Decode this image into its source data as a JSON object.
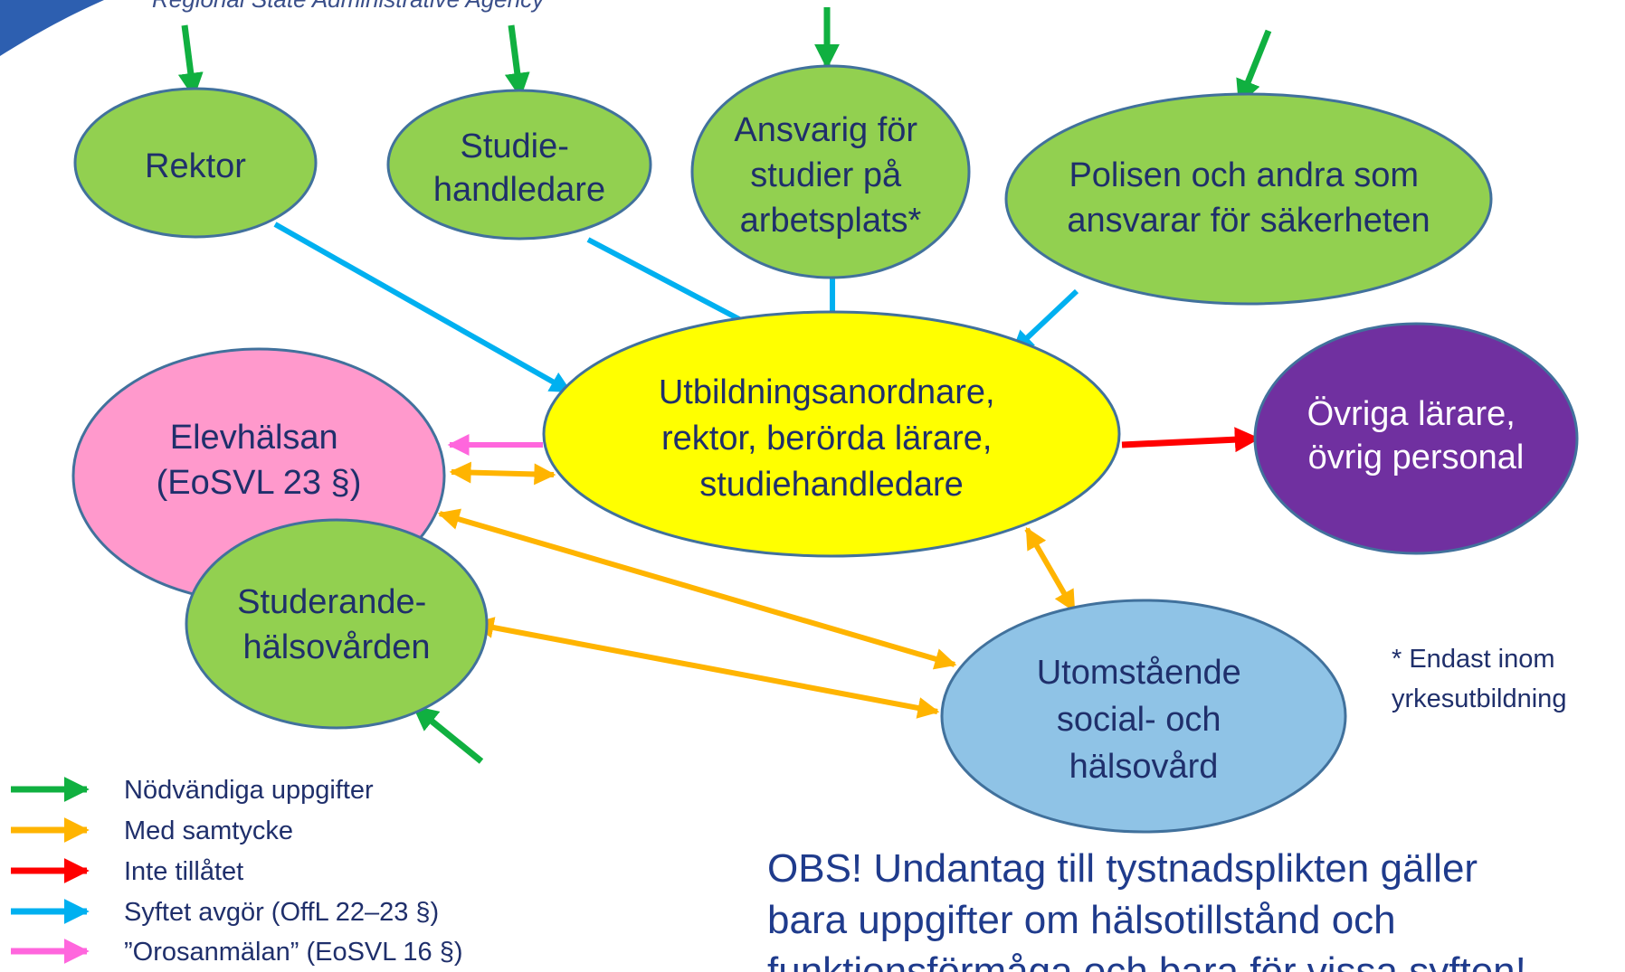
{
  "header": {
    "agency_text": "Regional State Administrative Agency"
  },
  "colors": {
    "green": "#10b040",
    "orange": "#ffb400",
    "red": "#ff0000",
    "blue": "#00b0f0",
    "pink": "#ff66dd",
    "node_green": "#92d050",
    "node_yellow": "#ffff00",
    "node_pink": "#ff99cc",
    "node_purple": "#7030a0",
    "node_lightblue": "#8fc3e6",
    "outline": "#41719c",
    "text": "#1f2f6b"
  },
  "nodes": {
    "rektor": {
      "lines": [
        "Rektor"
      ]
    },
    "studiehandledare": {
      "lines": [
        "Studie-",
        "handledare"
      ]
    },
    "ansvarig": {
      "lines": [
        "Ansvarig för",
        "studier på",
        "arbetsplats*"
      ]
    },
    "polisen": {
      "lines": [
        "Polisen och andra som",
        "ansvarar för säkerheten"
      ]
    },
    "utbildning": {
      "lines": [
        "Utbildningsanordnare,",
        "rektor, berörda lärare,",
        "studiehandledare"
      ]
    },
    "elevhalsan": {
      "lines": [
        "Elevhälsan",
        "(EoSVL 23 §)"
      ]
    },
    "ovriga": {
      "lines": [
        "Övriga lärare,",
        "övrig personal"
      ]
    },
    "studerande": {
      "lines": [
        "Studerande-",
        "hälsovården"
      ]
    },
    "utomstaende": {
      "lines": [
        "Utomstående",
        "social- och",
        "hälsovård"
      ]
    }
  },
  "legend": [
    {
      "label": "Nödvändiga uppgifter",
      "color": "green"
    },
    {
      "label": "Med samtycke",
      "color": "orange"
    },
    {
      "label": "Inte tillåtet",
      "color": "red"
    },
    {
      "label": "Syftet avgör (OffL 22–23 §)",
      "color": "blue"
    },
    {
      "label": "”Orosanmälan” (EoSVL 16 §)",
      "color": "pink"
    }
  ],
  "note": {
    "lines": [
      "* Endast inom",
      "yrkesutbildning"
    ]
  },
  "obs": {
    "lines": [
      "OBS! Undantag till tystnadsplikten gäller",
      "bara uppgifter om hälsotillstånd och",
      "funktionsförmåga och bara för vissa syften!"
    ]
  }
}
